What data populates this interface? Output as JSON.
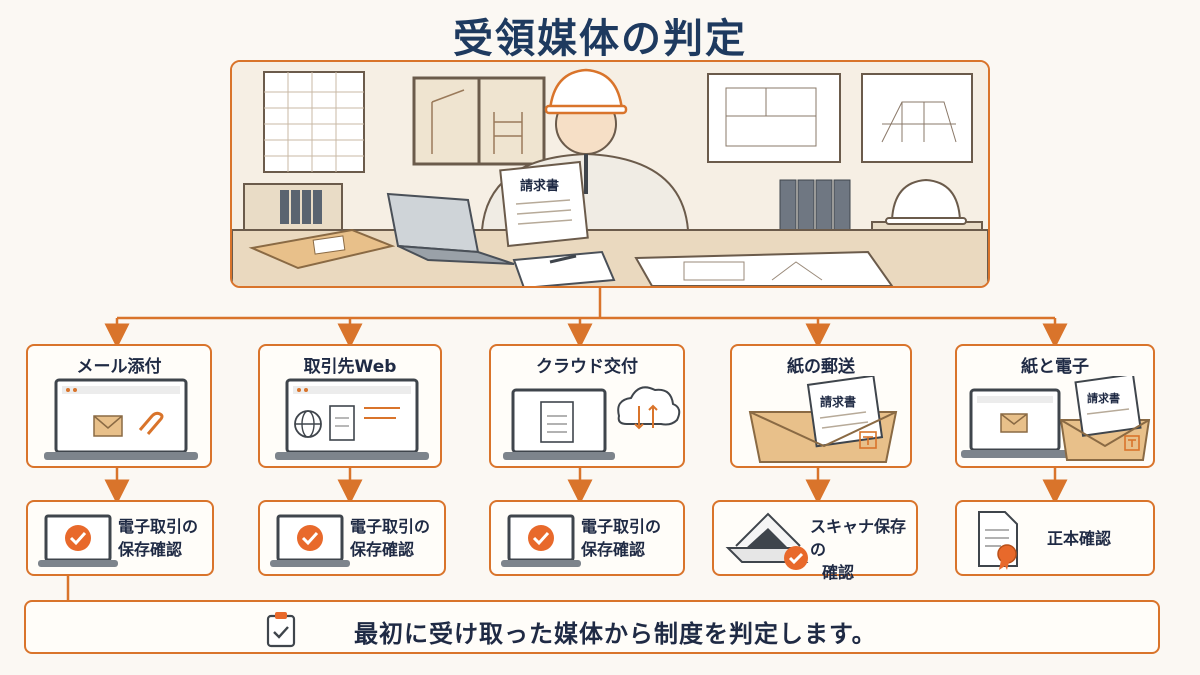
{
  "title": "受領媒体の判定",
  "scene": {
    "invoice_label": "請求書"
  },
  "media": [
    {
      "label": "メール添付",
      "check_line1": "電子取引の",
      "check_line2": "保存確認"
    },
    {
      "label": "取引先Web",
      "check_line1": "電子取引の",
      "check_line2": "保存確認"
    },
    {
      "label": "クラウド交付",
      "check_line1": "電子取引の",
      "check_line2": "保存確認"
    },
    {
      "label": "紙の郵送",
      "check_line1": "スキャナ保存の",
      "check_line2": "確認",
      "doc_label": "請求書"
    },
    {
      "label": "紙と電子",
      "check_line1": "正本確認",
      "check_line2": "",
      "doc_label": "請求書"
    }
  ],
  "summary": "最初に受け取った媒体から制度を判定します。",
  "colors": {
    "accent": "#d9742b",
    "title": "#1e3a5f",
    "envelope": "#e8c08a",
    "check": "#e8692b"
  }
}
